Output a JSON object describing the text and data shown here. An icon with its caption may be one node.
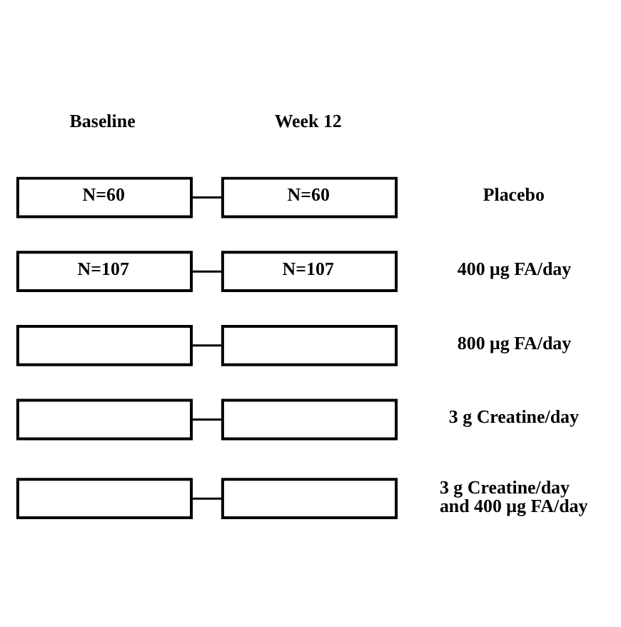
{
  "diagram": {
    "nodes": [
      {
        "text": [
          "N=60"
        ]
      },
      {
        "text": [
          "N=60"
        ]
      },
      {
        "text": [
          "N=107"
        ]
      },
      {
        "text": [
          "N=107"
        ]
      },
      {
        "text": [],
        "shape": "box"
      },
      {
        "text": [],
        "shape": "box"
      },
      {
        "text": [],
        "shape": "box"
      },
      {
        "text": [],
        "shape": "box"
      },
      {
        "text": [],
        "shape": "box"
      },
      {
        "text": [],
        "shape": "box"
      }
    ],
    "edges": [
      {
        "from": 0,
        "to": 1,
        "arrow": "none"
      },
      {
        "from": 2,
        "to": 3,
        "arrow": "none"
      },
      {
        "from": 4,
        "to": 5,
        "arrow": "none"
      },
      {
        "from": 6,
        "to": 7,
        "arrow": "none"
      },
      {
        "from": 8,
        "to": 9,
        "arrow": "none"
      }
    ],
    "labels": [
      "Baseline",
      "Week 12",
      "Placebo",
      "400 μg FA/day",
      "800 μg FA/day",
      "3 g Creatine/day",
      "3 g Creatine/day and 400 μg FA/day"
    ]
  }
}
